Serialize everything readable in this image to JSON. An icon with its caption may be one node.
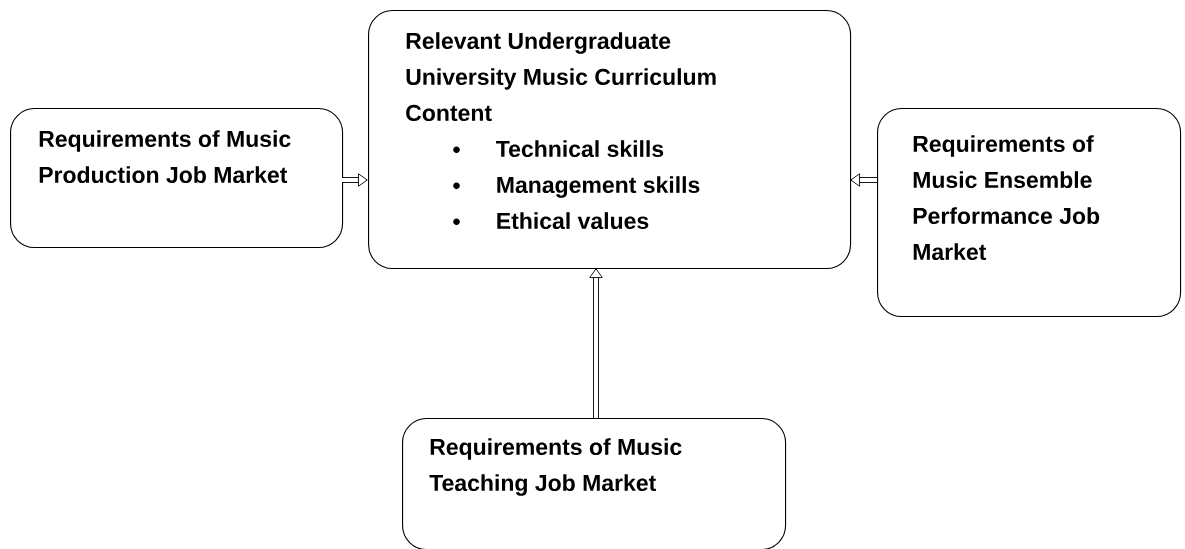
{
  "diagram": {
    "nodes": [
      {
        "text": [
          "Relevant Undergraduate University Music Curriculum Content",
          "Technical skills",
          "Management skills",
          "Ethical values"
        ]
      },
      {
        "text": [
          "Requirements of Music Production Job Market"
        ]
      },
      {
        "text": [
          "Requirements of Music Ensemble Performance Job Market"
        ]
      },
      {
        "text": [
          "Requirements of Music Teaching Job Market"
        ]
      }
    ],
    "edges": [
      {
        "from": 1,
        "to": 0,
        "arrow": "to"
      },
      {
        "from": 2,
        "to": 0,
        "arrow": "to"
      },
      {
        "from": 3,
        "to": 0,
        "arrow": "to"
      }
    ]
  }
}
